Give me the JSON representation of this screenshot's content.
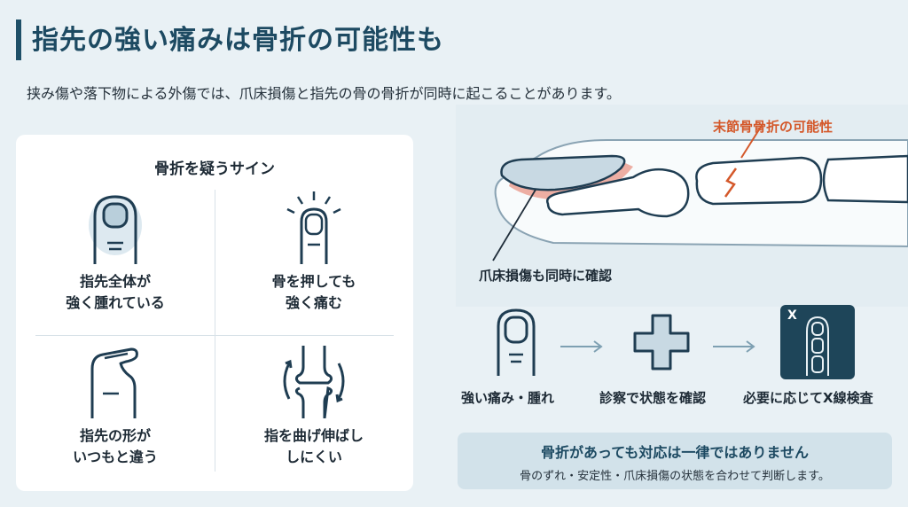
{
  "title": "指先の強い痛みは骨折の可能性も",
  "lead": "挟み傷や落下物による外傷では、爪床損傷と指先の骨の骨折が同時に起こることがあります。",
  "signs": {
    "heading": "骨折を疑うサイン",
    "items": [
      {
        "line1": "指先全体が",
        "line2": "強く腫れている"
      },
      {
        "line1": "骨を押しても",
        "line2": "強く痛む"
      },
      {
        "line1": "指先の形が",
        "line2": "いつもと違う"
      },
      {
        "line1": "指を曲げ伸ばし",
        "line2": "しにくい"
      }
    ]
  },
  "illustration": {
    "fracture_label": "末節骨骨折の可能性",
    "nail_label": "爪床損傷も同時に確認"
  },
  "flow": {
    "steps": [
      "強い痛み・腫れ",
      "診察で状態を確認",
      "必要に応じてX線検査"
    ],
    "xray_letter": "X"
  },
  "note": {
    "title": "骨折があっても対応は一律ではありません",
    "body": "骨のずれ・安定性・爪床損傷の状態を合わせて判断します。"
  },
  "colors": {
    "primary": "#1d4a62",
    "accent": "#d4582a",
    "background": "#e9f1f5"
  }
}
